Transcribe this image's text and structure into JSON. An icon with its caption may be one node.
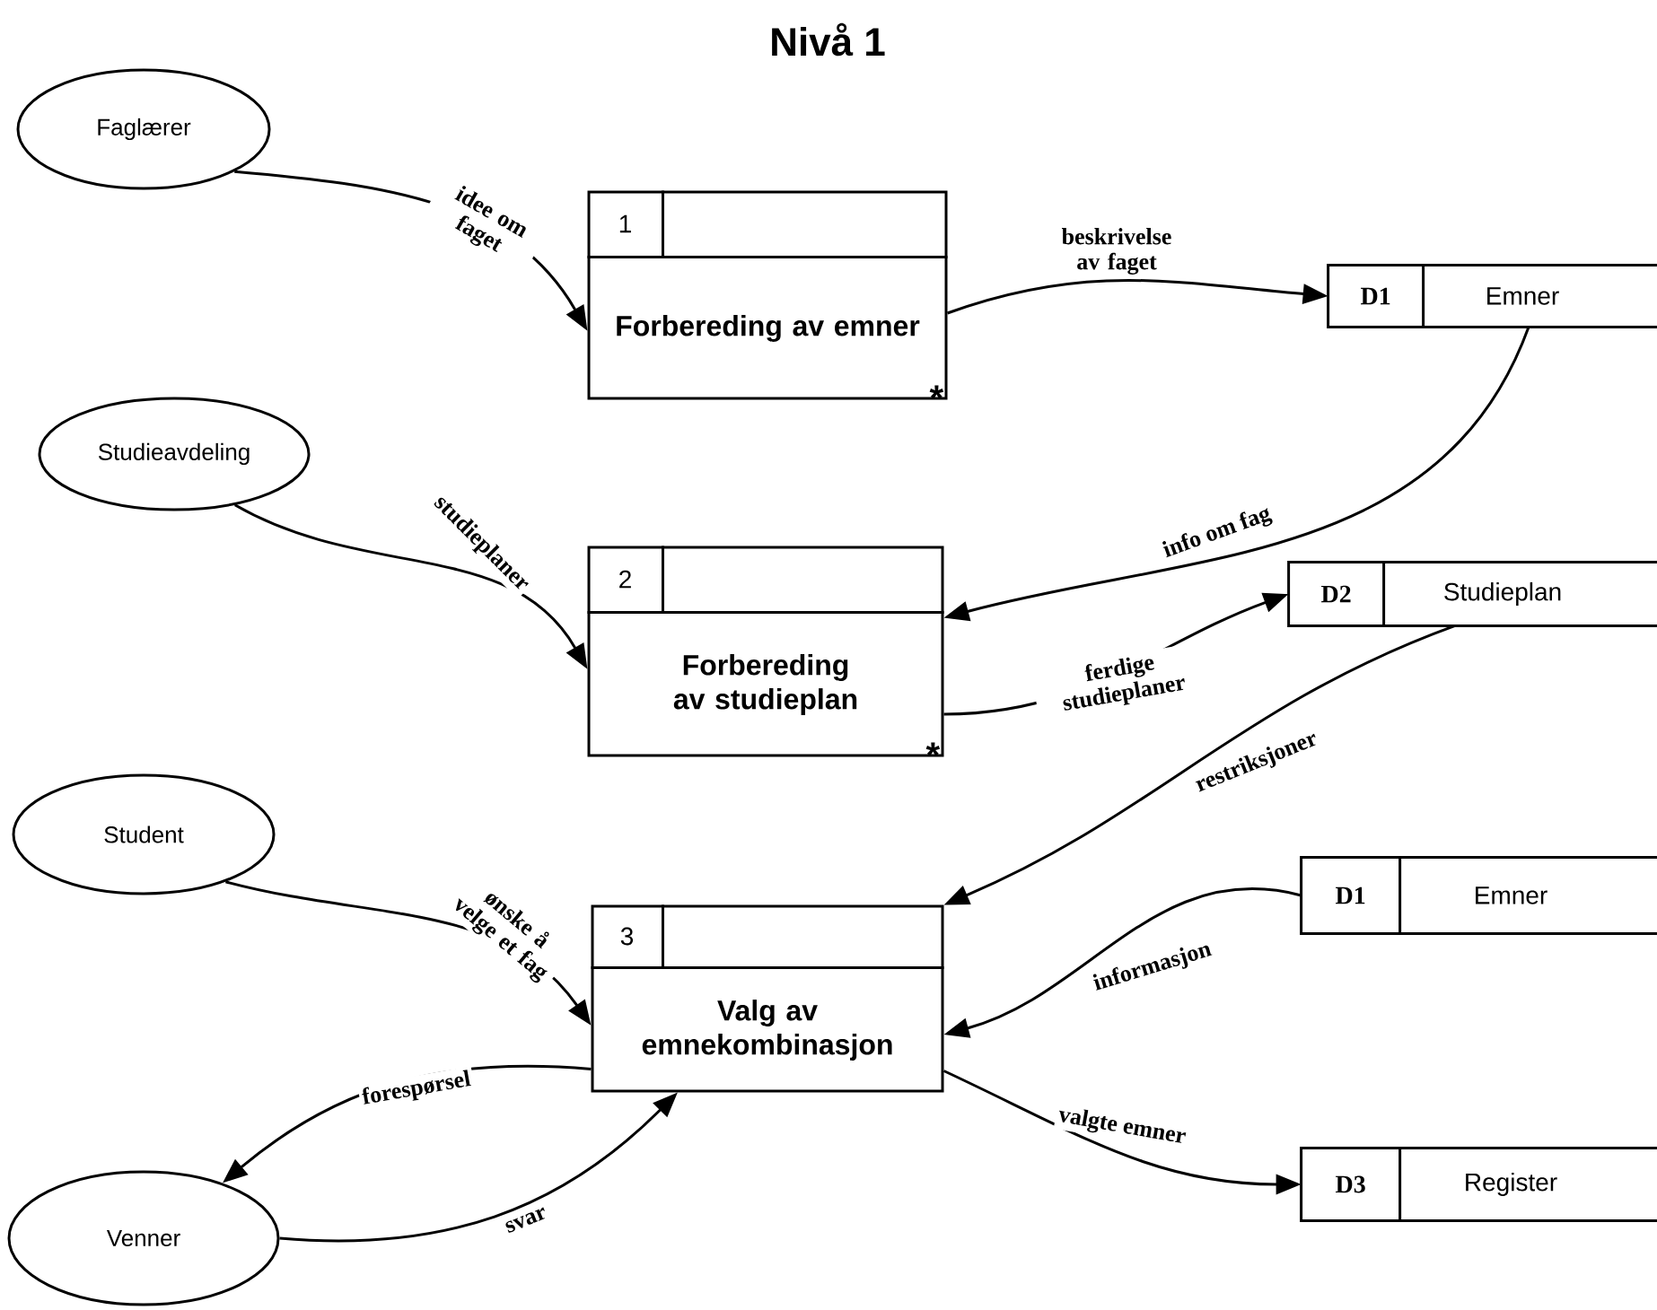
{
  "diagram": {
    "title": "Nivå 1",
    "nodes": [
      {
        "text": [
          "Faglærer"
        ]
      },
      {
        "text": [
          "1",
          "Forbereding av emner",
          "*"
        ]
      },
      {
        "text": [
          "D1",
          "Emner"
        ]
      },
      {
        "text": [
          "Studieavdeling"
        ]
      },
      {
        "text": [
          "2",
          "Forbereding av studieplan",
          "*"
        ]
      },
      {
        "text": [
          "D2",
          "Studieplan"
        ]
      },
      {
        "text": [
          "Student"
        ]
      },
      {
        "text": [
          "3",
          "Valg av emnekombinasjon"
        ]
      },
      {
        "text": [
          "D1",
          "Emner"
        ]
      },
      {
        "text": [
          "Venner"
        ]
      },
      {
        "text": [
          "D3",
          "Register"
        ]
      }
    ],
    "edges": [
      {
        "from": 0,
        "to": 1,
        "arrow": "to",
        "label": "idee om faget"
      },
      {
        "from": 1,
        "to": 2,
        "arrow": "to",
        "label": "beskrivelse av faget"
      },
      {
        "from": 2,
        "to": 4,
        "arrow": "to",
        "label": "info om fag"
      },
      {
        "from": 3,
        "to": 4,
        "arrow": "to",
        "label": "studieplaner"
      },
      {
        "from": 4,
        "to": 5,
        "arrow": "to",
        "label": "ferdige studieplaner"
      },
      {
        "from": 5,
        "to": 7,
        "arrow": "to",
        "label": "restriksjoner"
      },
      {
        "from": 6,
        "to": 7,
        "arrow": "to",
        "label": "ønske å velge et fag"
      },
      {
        "from": 8,
        "to": 7,
        "arrow": "to",
        "label": "informasjon"
      },
      {
        "from": 7,
        "to": 9,
        "arrow": "to",
        "label": "forespørsel"
      },
      {
        "from": 9,
        "to": 7,
        "arrow": "to",
        "label": "svar"
      },
      {
        "from": 7,
        "to": 10,
        "arrow": "to",
        "label": "valgte emner"
      }
    ]
  }
}
